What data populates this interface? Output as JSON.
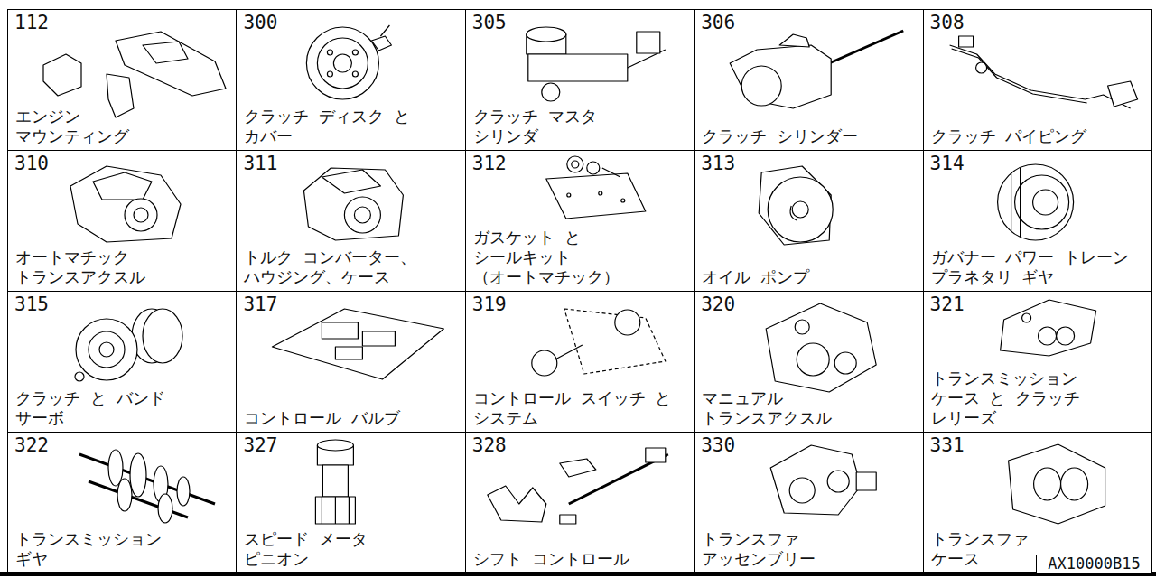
{
  "diagram": {
    "nodes": [
      {
        "text": [
          "112",
          "エンジン マウンティング"
        ]
      },
      {
        "text": [
          "300",
          "クラッチ ディスク と カバー"
        ]
      },
      {
        "text": [
          "305",
          "クラッチ マスタ シリンダ"
        ]
      },
      {
        "text": [
          "306",
          "クラッチ シリンダー"
        ]
      },
      {
        "text": [
          "308",
          "クラッチ パイピング"
        ]
      },
      {
        "text": [
          "310",
          "オートマチック トランスアクスル"
        ]
      },
      {
        "text": [
          "311",
          "トルク コンバーター、 ハウジング、ケース"
        ]
      },
      {
        "text": [
          "312",
          "ガスケット と シールキット （オートマチック）"
        ]
      },
      {
        "text": [
          "313",
          "オイル ポンプ"
        ]
      },
      {
        "text": [
          "314",
          "ガバナー パワー トレーン プラネタリ ギヤ"
        ]
      },
      {
        "text": [
          "315",
          "クラッチ と バンド サーボ"
        ]
      },
      {
        "text": [
          "317",
          "コントロール バルブ"
        ]
      },
      {
        "text": [
          "319",
          "コントロール スイッチ と システム"
        ]
      },
      {
        "text": [
          "320",
          "マニュアル トランスアクスル"
        ]
      },
      {
        "text": [
          "321",
          "トランスミッション ケース と クラッチ レリーズ"
        ]
      },
      {
        "text": [
          "322",
          "トランスミッション ギヤ"
        ]
      },
      {
        "text": [
          "327",
          "スピード メータ ピニオン"
        ]
      },
      {
        "text": [
          "328",
          "シフト コントロール"
        ]
      },
      {
        "text": [
          "330",
          "トランスファ アッセンブリー"
        ]
      },
      {
        "text": [
          "331",
          "トランスファ ケース"
        ]
      },
      {
        "text": [
          "AX10000B15"
        ],
        "in": 19
      }
    ]
  }
}
